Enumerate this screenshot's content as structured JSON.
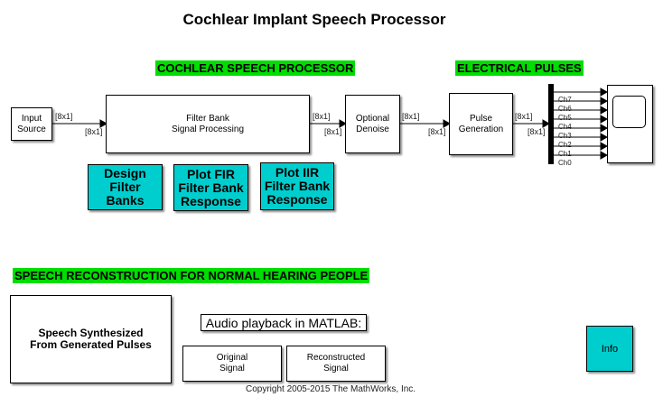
{
  "title": "Cochlear Implant Speech Processor",
  "banners": {
    "processor": "COCHLEAR SPEECH PROCESSOR",
    "pulses": "ELECTRICAL PULSES",
    "reconstruction": "SPEECH RECONSTRUCTION FOR NORMAL HEARING PEOPLE"
  },
  "blocks": {
    "input_source": "Input\nSource",
    "filter_bank": "Filter Bank\nSignal Processing",
    "denoise": "Optional\nDenoise",
    "pulse_generation": "Pulse\nGeneration",
    "scope": ""
  },
  "signal_labels": {
    "dim": "[8x1]"
  },
  "channels": [
    "Ch7",
    "Ch6",
    "Ch5",
    "Ch4",
    "Ch3",
    "Ch2",
    "Ch1",
    "Ch0"
  ],
  "buttons": {
    "design": "Design\nFilter\nBanks",
    "plot_fir": "Plot FIR\nFilter Bank\nResponse",
    "plot_iir": "Plot IIR\nFilter Bank\nResponse",
    "info": "Info"
  },
  "reconstruction": {
    "synth": "Speech Synthesized\nFrom Generated Pulses",
    "audio_label": "Audio playback in MATLAB:",
    "original": "Original\nSignal",
    "reconstructed": "Reconstructed\nSignal"
  },
  "copyright": "Copyright 2005-2015 The MathWorks, Inc.",
  "colors": {
    "banner": "#00dd00",
    "button": "#00cece"
  }
}
